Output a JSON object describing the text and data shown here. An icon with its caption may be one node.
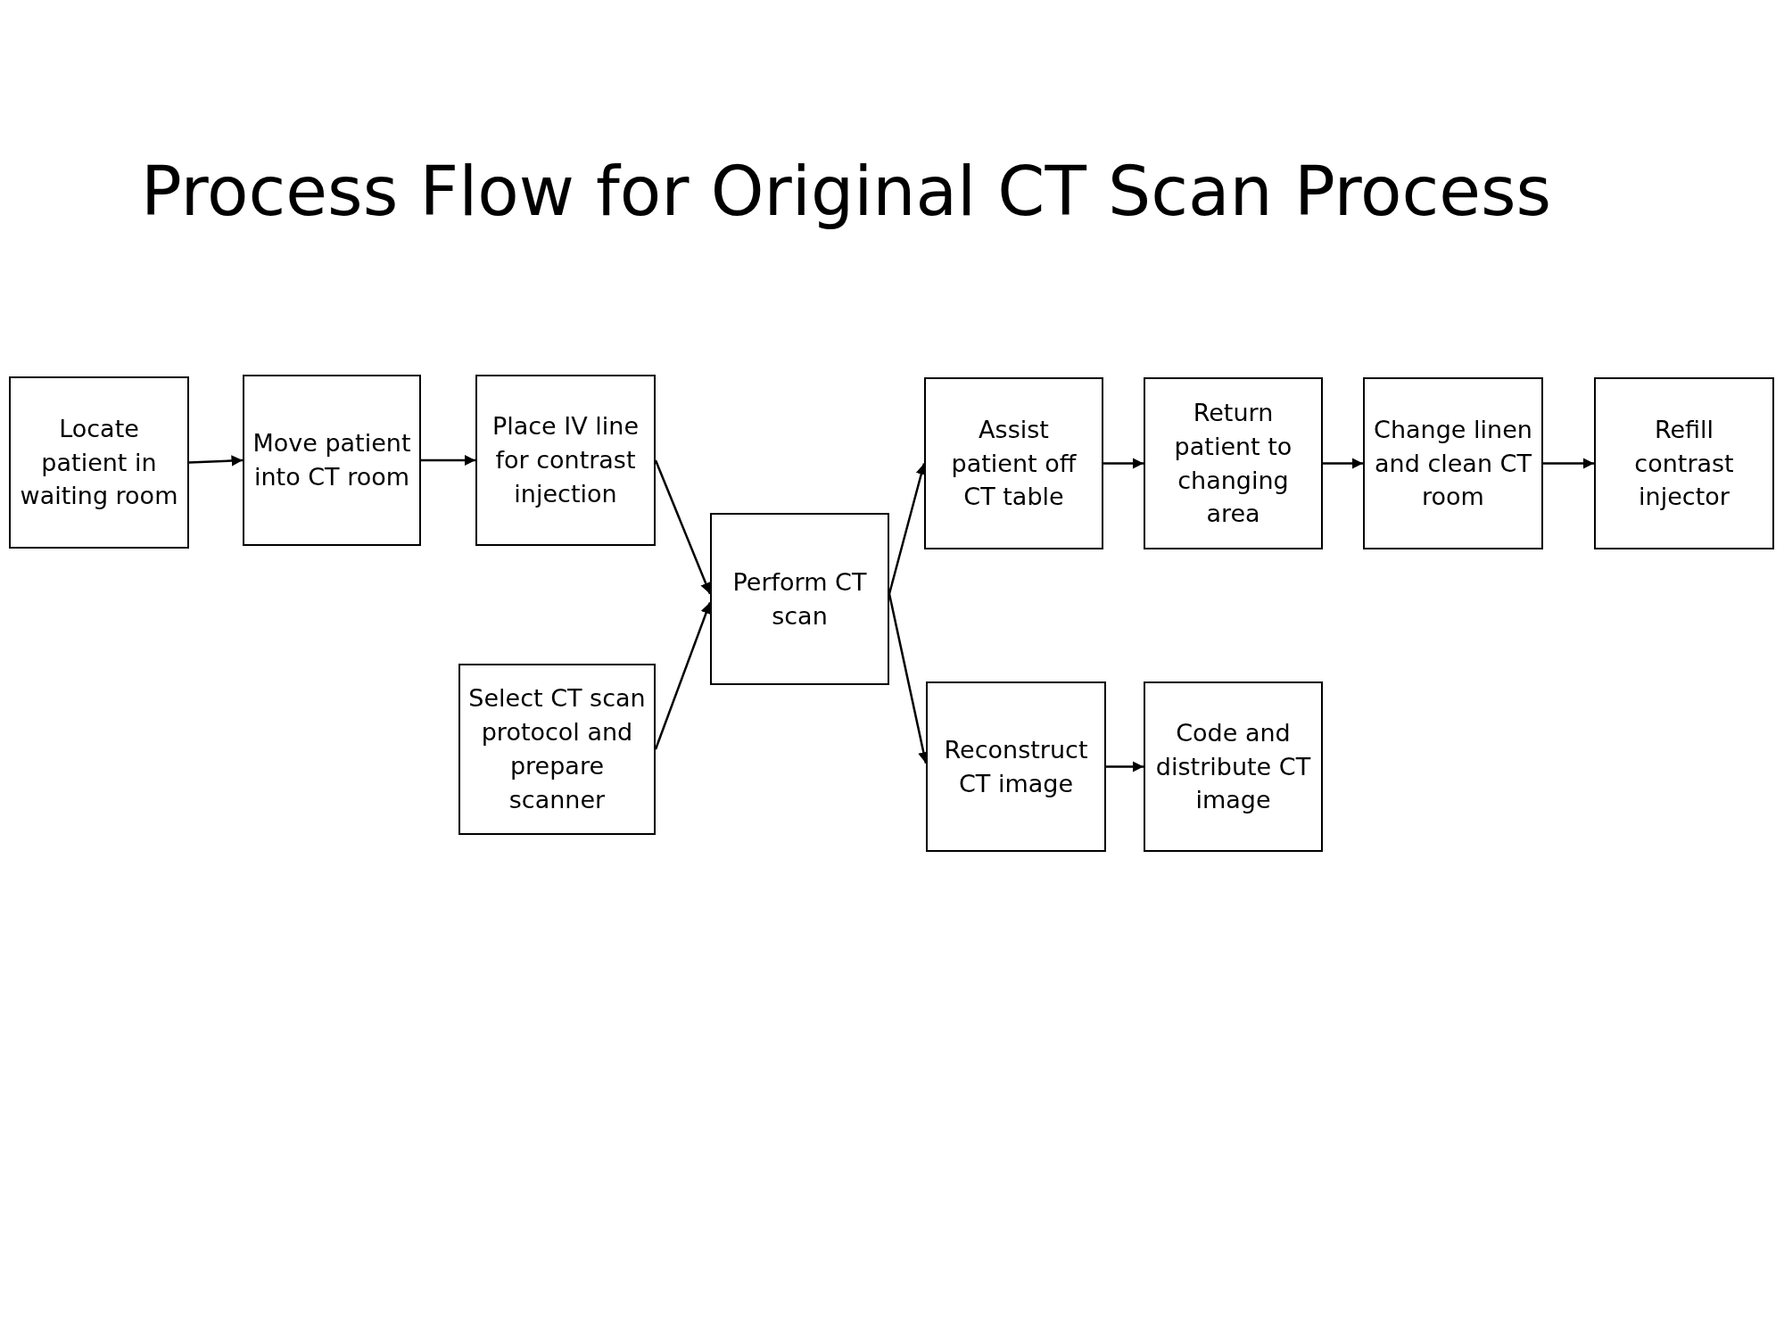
{
  "diagram": {
    "title": "Process Flow for Original CT Scan Process",
    "nodes": [
      {
        "text": [
          "Locate patient in waiting room"
        ]
      },
      {
        "text": [
          "Move patient into CT room"
        ]
      },
      {
        "text": [
          "Place IV line for contrast injection"
        ]
      },
      {
        "text": [
          "Select CT scan protocol and prepare scanner"
        ]
      },
      {
        "text": [
          "Perform CT scan"
        ]
      },
      {
        "text": [
          "Assist patient off CT table"
        ]
      },
      {
        "text": [
          "Return patient to changing area"
        ]
      },
      {
        "text": [
          "Change linen and clean CT room"
        ]
      },
      {
        "text": [
          "Refill contrast injector"
        ]
      },
      {
        "text": [
          "Reconstruct CT image"
        ]
      },
      {
        "text": [
          "Code and distribute CT image"
        ]
      }
    ],
    "edges": [
      {
        "from": 0,
        "to": 1,
        "arrow": "to"
      },
      {
        "from": 1,
        "to": 2,
        "arrow": "to"
      },
      {
        "from": 2,
        "to": 4,
        "arrow": "to"
      },
      {
        "from": 3,
        "to": 4,
        "arrow": "to"
      },
      {
        "from": 4,
        "to": 5,
        "arrow": "to"
      },
      {
        "from": 4,
        "to": 9,
        "arrow": "to"
      },
      {
        "from": 5,
        "to": 6,
        "arrow": "to"
      },
      {
        "from": 6,
        "to": 7,
        "arrow": "to"
      },
      {
        "from": 7,
        "to": 8,
        "arrow": "to"
      },
      {
        "from": 9,
        "to": 10,
        "arrow": "to"
      }
    ]
  }
}
